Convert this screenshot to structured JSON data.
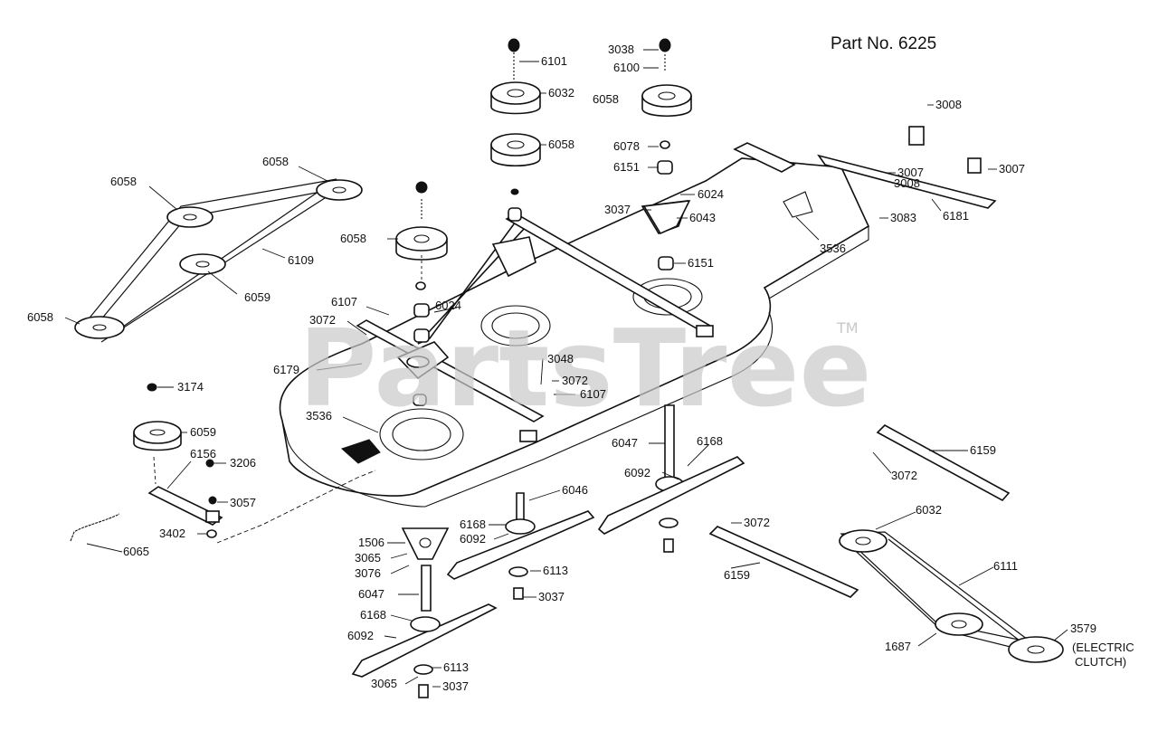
{
  "title": "Part No. 6225",
  "watermark": "PartsTree",
  "trademark": "TM",
  "labels": {
    "l3038": "3038",
    "l6100": "6100",
    "l6101": "6101",
    "l6032a": "6032",
    "l6058b": "6058",
    "l6058c": "6058",
    "l6078": "6078",
    "l6151a": "6151",
    "l6024a": "6024",
    "l3037a": "3037",
    "l6043": "6043",
    "l6151b": "6151",
    "l3008a": "3008",
    "l3008b": "3008",
    "l3007a": "3007",
    "l3007b": "3007",
    "l3083": "3083",
    "l6181": "6181",
    "l3536a": "3536",
    "l6058d": "6058",
    "l6058e": "6058",
    "l6109": "6109",
    "l6059a": "6059",
    "l6058f": "6058",
    "l6058g": "6058",
    "l6107a": "6107",
    "l3072a": "3072",
    "l6024b": "6024",
    "l6179": "6179",
    "l3048": "3048",
    "l3072b": "3072",
    "l6107b": "6107",
    "l3174": "3174",
    "l6059b": "6059",
    "l3536b": "3536",
    "l6156": "6156",
    "l3206": "3206",
    "l3057": "3057",
    "l3402": "3402",
    "l6065": "6065",
    "l6047a": "6047",
    "l6168a": "6168",
    "l6092a": "6092",
    "l6046": "6046",
    "l6168b": "6168",
    "l6092b": "6092",
    "l1506": "1506",
    "l3065a": "3065",
    "l3076": "3076",
    "l6113a": "6113",
    "l3037b": "3037",
    "l6047b": "6047",
    "l6168c": "6168",
    "l6092c": "6092",
    "l6113b": "6113",
    "l3065b": "3065",
    "l3037c": "3037",
    "l6159a": "6159",
    "l3072c": "3072",
    "l3072d": "3072",
    "l6159b": "6159",
    "l6032b": "6032",
    "l6111": "6111",
    "l1687": "1687",
    "l3579": "3579",
    "lelec1": "(ELECTRIC",
    "lelec2": "CLUTCH)"
  }
}
